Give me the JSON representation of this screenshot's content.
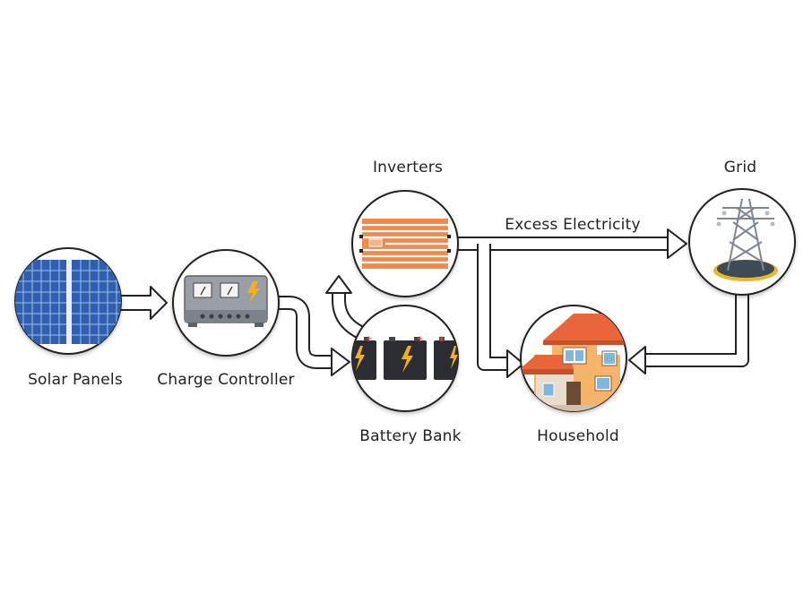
{
  "nodes": {
    "solar_panels": {
      "label": "Solar Panels",
      "icon": "solar-panel-icon"
    },
    "charge_controller": {
      "label": "Charge Controller",
      "icon": "charge-controller-icon"
    },
    "inverters": {
      "label": "Inverters",
      "icon": "inverter-icon"
    },
    "battery_bank": {
      "label": "Battery Bank",
      "icon": "battery-icon"
    },
    "household": {
      "label": "Household",
      "icon": "house-icon"
    },
    "grid": {
      "label": "Grid",
      "icon": "transmission-tower-icon"
    }
  },
  "edges": {
    "excess_label": "Excess Electricity"
  },
  "colors": {
    "outline": "#222222",
    "panel_blue": "#2f5fae",
    "inverter_orange": "#f08a4b",
    "battery_dark": "#2b2d33",
    "bolt_yellow": "#f2b01e",
    "roof_orange": "#e8663a",
    "house_wall": "#f6b46a"
  }
}
